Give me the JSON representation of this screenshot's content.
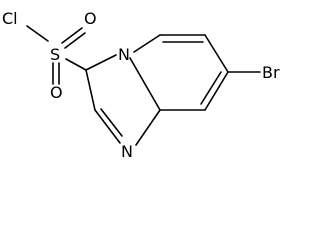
{
  "molecule": {
    "atoms": {
      "cl": "Cl",
      "s": "S",
      "o_top": "O",
      "o_bottom": "O",
      "n_bridge": "N",
      "n_imidazole": "N",
      "br": "Br"
    }
  }
}
